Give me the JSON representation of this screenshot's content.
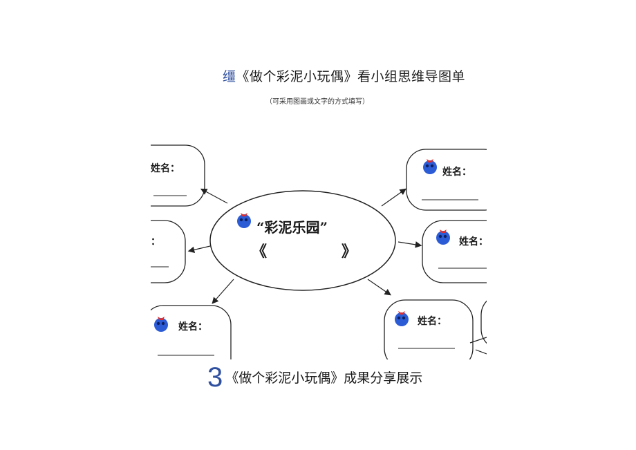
{
  "header": {
    "title_glyph": "缰",
    "title_text": "《做个彩泥小玩偶》看小组思维导图单",
    "subtitle": "（可采用图画或文字的方式填写）"
  },
  "map": {
    "center_title": "“彩泥乐园”",
    "book_open": "《",
    "book_close": "》",
    "name_label": "姓名：",
    "name_label_cut": "：",
    "mascot_icon": "blue-clay-mascot-icon"
  },
  "footer": {
    "number": "3",
    "text": "《做个彩泥小玩偶》成果分享展示"
  },
  "colors": {
    "accent": "#2f4f9f",
    "mascot": "#2c5bd6",
    "mascot_bow": "#e0302e"
  }
}
